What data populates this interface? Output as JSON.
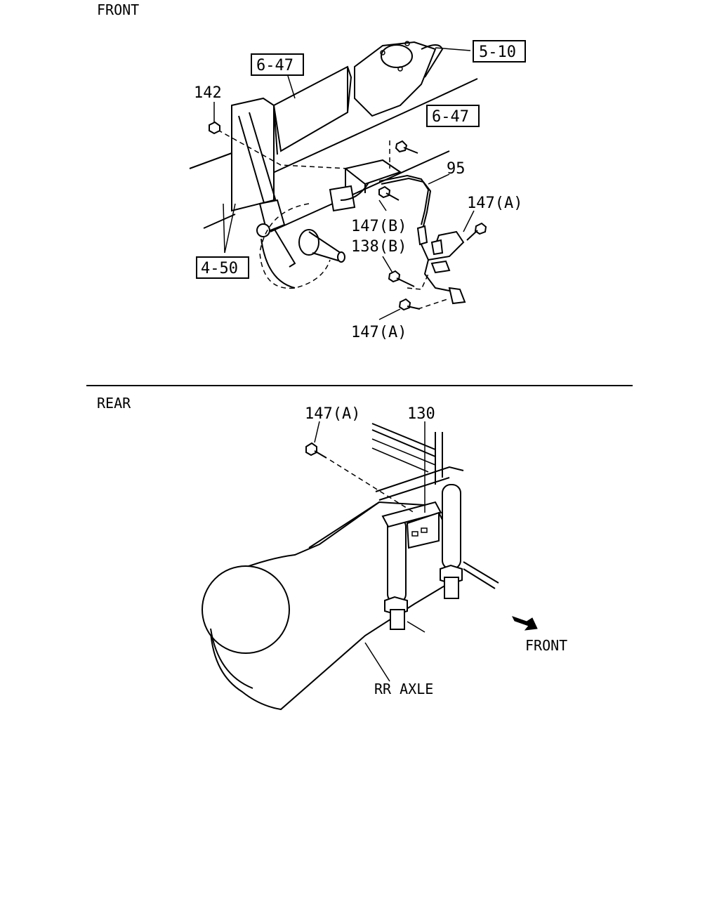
{
  "front_section": {
    "title": "FRONT",
    "labels": {
      "ref_6_47_top": "6-47",
      "ref_5_10": "5-10",
      "ref_6_47_right": "6-47",
      "ref_4_50": "4-50",
      "part_142": "142",
      "part_95": "95",
      "part_147a_upper": "147(A)",
      "part_147b": "147(B)",
      "part_138b": "138(B)",
      "part_147a_lower": "147(A)"
    }
  },
  "rear_section": {
    "title": "REAR",
    "labels": {
      "part_147a": "147(A)",
      "part_130": "130",
      "front_arrow": "FRONT",
      "rr_axle": "RR AXLE"
    }
  }
}
